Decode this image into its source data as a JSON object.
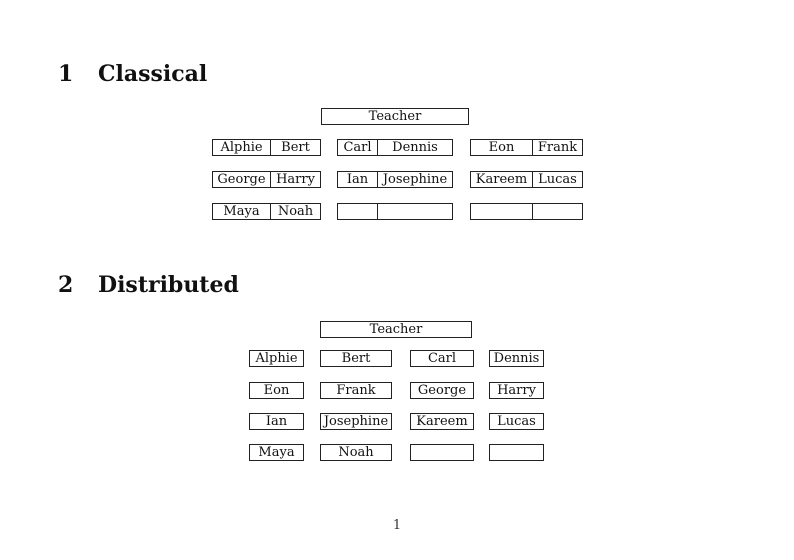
{
  "page": {
    "number": "1"
  },
  "sections": {
    "classical": {
      "number": "1",
      "title": "Classical",
      "teacher": "Teacher",
      "rows": [
        [
          [
            "Alphie",
            "Bert"
          ],
          [
            "Carl",
            "Dennis"
          ],
          [
            "Eon",
            "Frank"
          ]
        ],
        [
          [
            "George",
            "Harry"
          ],
          [
            "Ian",
            "Josephine"
          ],
          [
            "Kareem",
            "Lucas"
          ]
        ],
        [
          [
            "Maya",
            "Noah"
          ],
          [
            "",
            ""
          ],
          [
            "",
            ""
          ]
        ]
      ]
    },
    "distributed": {
      "number": "2",
      "title": "Distributed",
      "teacher": "Teacher",
      "rows": [
        [
          "Alphie",
          "Bert",
          "Carl",
          "Dennis"
        ],
        [
          "Eon",
          "Frank",
          "George",
          "Harry"
        ],
        [
          "Ian",
          "Josephine",
          "Kareem",
          "Lucas"
        ],
        [
          "Maya",
          "Noah",
          "",
          ""
        ]
      ]
    }
  },
  "colors": {
    "border": "#222222",
    "text": "#111111",
    "background": "#ffffff"
  }
}
